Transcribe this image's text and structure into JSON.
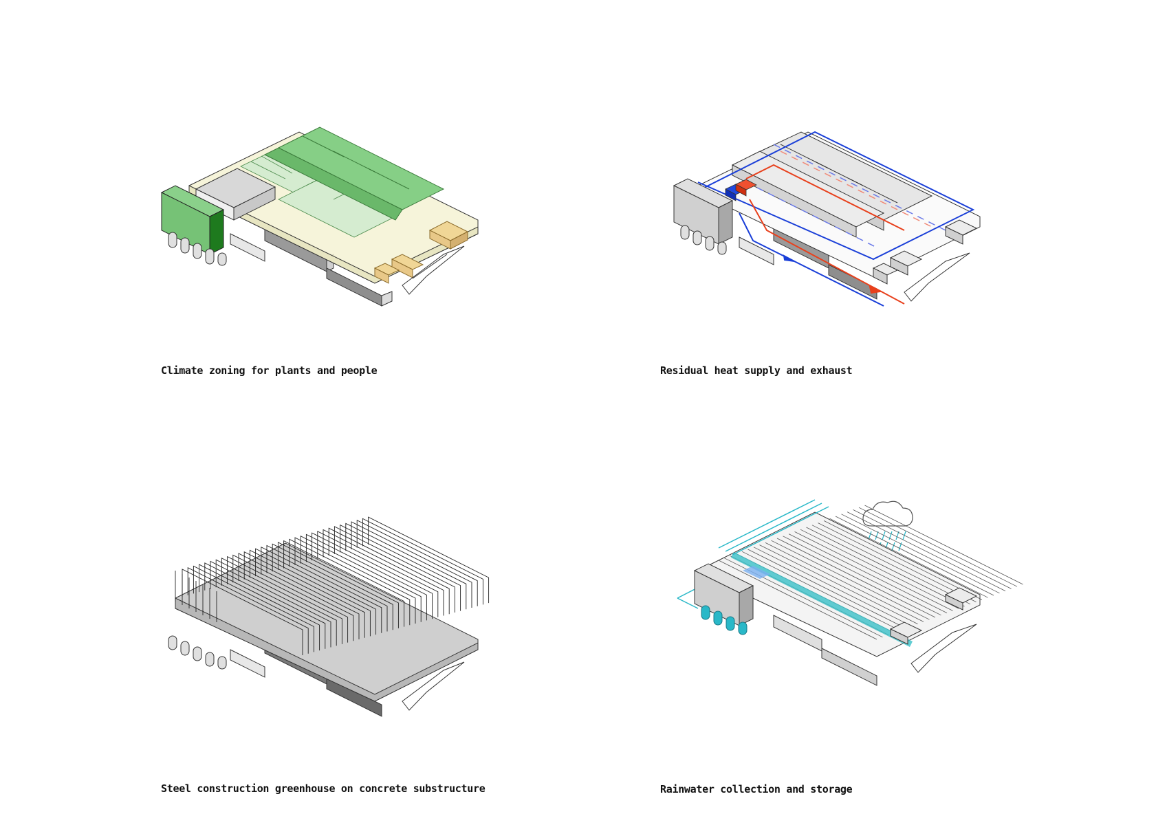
{
  "colors": {
    "plant_zone": "#86cf86",
    "light_zone": "#d5ecd0",
    "envelope": "#f4f2d4",
    "people_zone": "#e8c888",
    "heat_supply": "#e8401c",
    "exhaust": "#1a3fd8",
    "water": "#29b8c8",
    "structure": "#333333"
  },
  "diagrams": [
    {
      "id": "climate-zoning",
      "caption": "Climate zoning for plants and people"
    },
    {
      "id": "residual-heat",
      "caption": "Residual heat supply and exhaust"
    },
    {
      "id": "steel-construction",
      "caption": "Steel construction greenhouse on concrete substructure"
    },
    {
      "id": "rainwater",
      "caption": "Rainwater collection and storage"
    }
  ]
}
